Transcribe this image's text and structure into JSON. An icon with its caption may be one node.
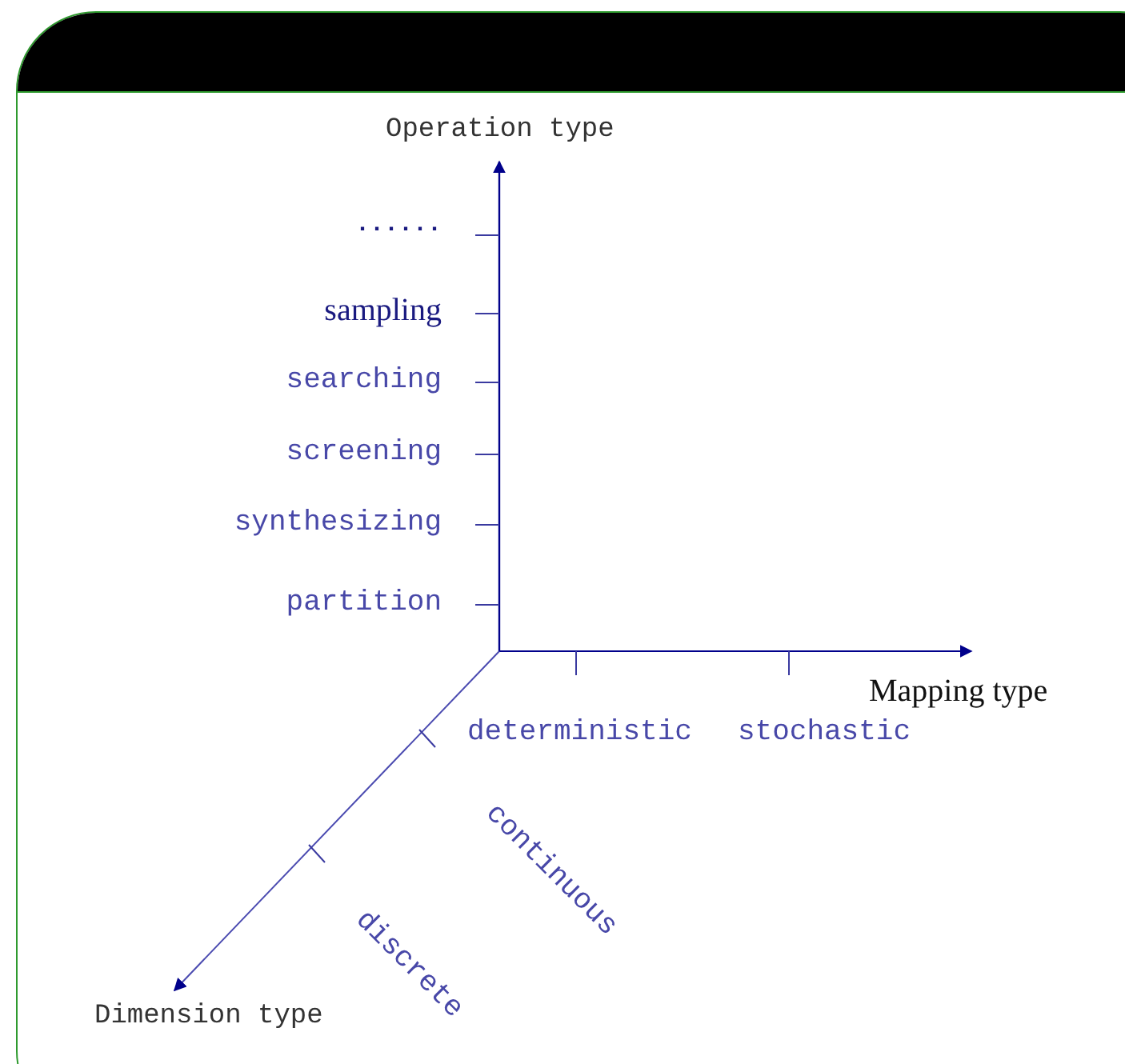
{
  "diagram": {
    "labels": [
      "Operation type",
      "......",
      "sampling",
      "searching",
      "screening",
      "synthesizing",
      "partition",
      "Mapping type",
      "deterministic",
      "stochastic",
      "continuous",
      "discrete",
      "Dimension type"
    ]
  }
}
